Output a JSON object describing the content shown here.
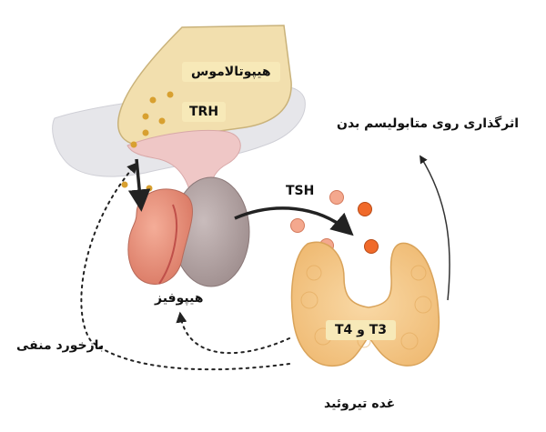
{
  "diagram": {
    "labels": {
      "hypothalamus": "هیپوتالاموس",
      "trh": "TRH",
      "tsh": "TSH",
      "metabolism": "اثرگذاری روی متابولیسم بدن",
      "pituitary": "هیپوفیز",
      "t3_t4": "T3 و T4",
      "negative_feedback": "بازخورد منفی",
      "thyroid": "غده تیروئید"
    },
    "colors": {
      "hypothalamus_fill": "#f2dfae",
      "label_box": "#f7e9b8",
      "hormone_dot_trh": "#d8a030",
      "hormone_dot_light": "#f2a58a",
      "hormone_dot_dark": "#f06a2a",
      "pituitary_front": "#e88e78",
      "pituitary_back": "#b7a6a6",
      "thyroid_fill": "#f5c687",
      "arrow": "#222222"
    },
    "icons": {
      "trh_arrow": "arrow-down-icon",
      "tsh_arrow": "curved-arrow-right-icon",
      "metabolism_arrow": "curved-arrow-up-icon",
      "feedback_arrows": "dotted-arrow-icon"
    }
  }
}
